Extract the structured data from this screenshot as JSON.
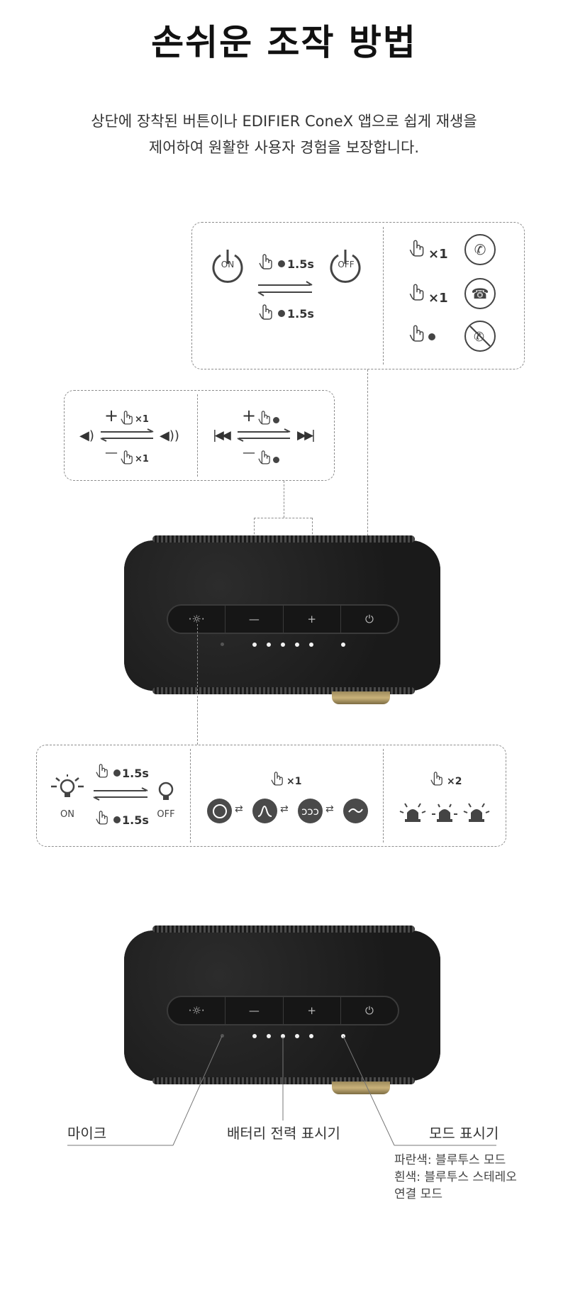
{
  "title": "손쉬운 조작 방법",
  "subtitle_line1": "상단에 장착된 버튼이나 EDIFIER ConeX 앱으로 쉽게 재생을",
  "subtitle_line2": "제어하여 원활한 사용자 경험을 보장합니다.",
  "power_box": {
    "on_label": "ON",
    "off_label": "OFF",
    "hold_time_top": "1.5s",
    "hold_time_bottom": "1.5s",
    "call_rows": [
      {
        "press": "×1",
        "action_icon": "phone-answer-icon"
      },
      {
        "press": "×1",
        "action_icon": "phone-hangup-icon"
      },
      {
        "press": "",
        "action_icon": "phone-reject-icon"
      }
    ]
  },
  "volume_box": {
    "plus": "+",
    "minus": "—",
    "press_top": "×1",
    "press_bottom": "×1"
  },
  "track_box": {
    "plus": "+",
    "minus": "—"
  },
  "light_box": {
    "on_label": "ON",
    "off_label": "OFF",
    "hold_time_top": "1.5s",
    "hold_time_bottom": "1.5s",
    "eq_press": "×1",
    "light_press": "×2"
  },
  "device_buttons": [
    "·☼·",
    "—",
    "+",
    "⏻"
  ],
  "callouts": {
    "mic": "마이크",
    "battery": "배터리 전력 표시기",
    "mode": "모드 표시기"
  },
  "mode_notes": {
    "line1": "파란색: 블루투스 모드",
    "line2": "흰색: 블루투스 스테레오",
    "line3": "연결 모드"
  },
  "colors": {
    "device": "#1c1c1c",
    "accent_gold": "#c9b27a",
    "eq_circle": "#4a4a4a"
  }
}
